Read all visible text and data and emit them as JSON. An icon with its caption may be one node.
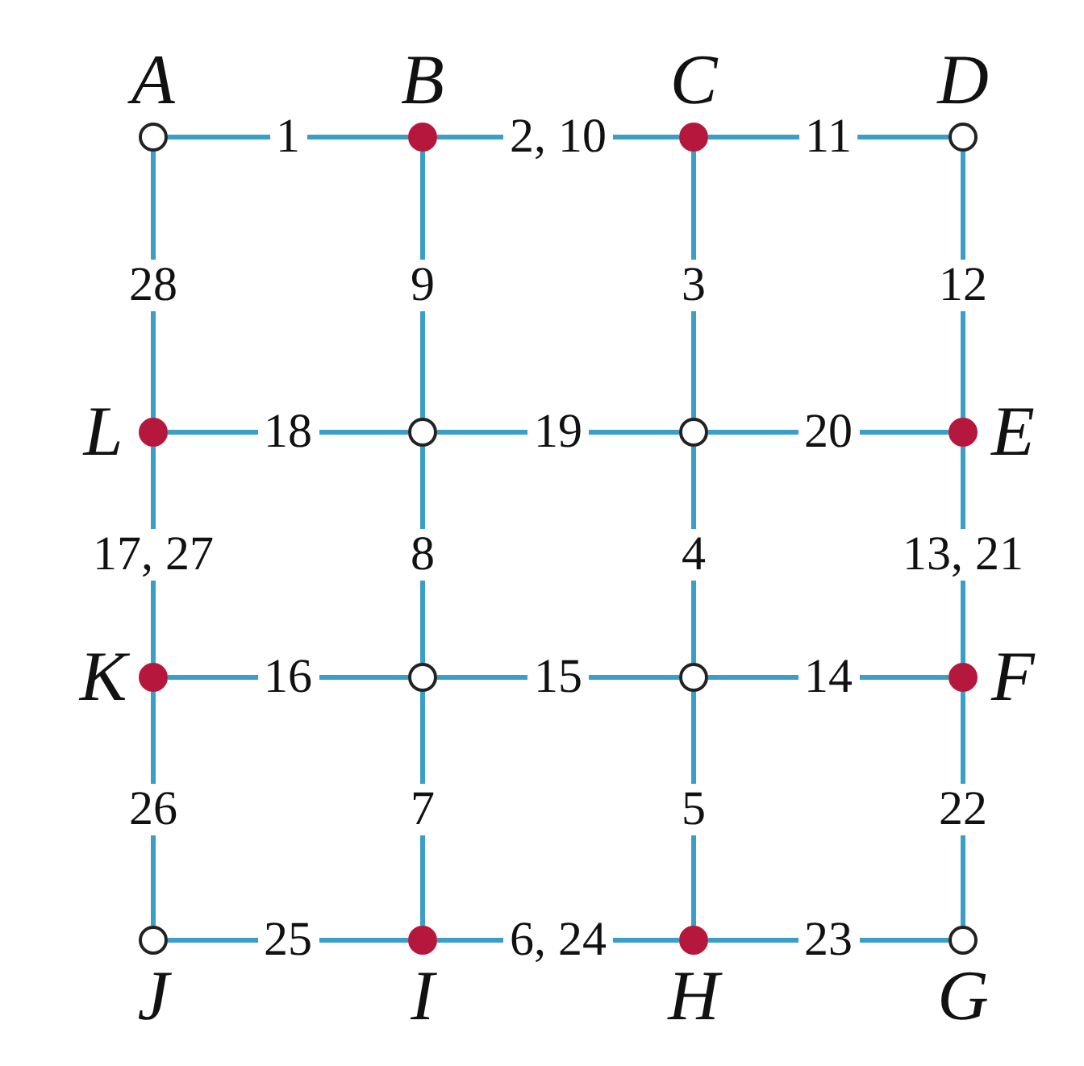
{
  "diagram": {
    "nodes": [
      {
        "text": [
          "A"
        ]
      },
      {
        "text": [
          "B"
        ]
      },
      {
        "text": [
          "C"
        ]
      },
      {
        "text": [
          "D"
        ]
      },
      {
        "text": [
          "L"
        ]
      },
      {
        "text": [],
        "shape": "circle"
      },
      {
        "text": [],
        "shape": "circle"
      },
      {
        "text": [
          "E"
        ]
      },
      {
        "text": [
          "K"
        ]
      },
      {
        "text": [],
        "shape": "circle"
      },
      {
        "text": [],
        "shape": "circle"
      },
      {
        "text": [
          "F"
        ]
      },
      {
        "text": [
          "J"
        ]
      },
      {
        "text": [
          "I"
        ]
      },
      {
        "text": [
          "H"
        ]
      },
      {
        "text": [
          "G"
        ]
      }
    ],
    "edges": [
      {
        "from": 0,
        "to": 1,
        "arrow": "none",
        "label": "1"
      },
      {
        "from": 1,
        "to": 2,
        "arrow": "none",
        "label": "2, 10"
      },
      {
        "from": 2,
        "to": 3,
        "arrow": "none",
        "label": "11"
      },
      {
        "from": 0,
        "to": 4,
        "arrow": "none",
        "label": "28"
      },
      {
        "from": 1,
        "to": 5,
        "arrow": "none",
        "label": "9"
      },
      {
        "from": 2,
        "to": 6,
        "arrow": "none",
        "label": "3"
      },
      {
        "from": 3,
        "to": 7,
        "arrow": "none",
        "label": "12"
      },
      {
        "from": 4,
        "to": 5,
        "arrow": "none",
        "label": "18"
      },
      {
        "from": 5,
        "to": 6,
        "arrow": "none",
        "label": "19"
      },
      {
        "from": 6,
        "to": 7,
        "arrow": "none",
        "label": "20"
      },
      {
        "from": 4,
        "to": 8,
        "arrow": "none",
        "label": "17, 27"
      },
      {
        "from": 5,
        "to": 9,
        "arrow": "none",
        "label": "8"
      },
      {
        "from": 6,
        "to": 10,
        "arrow": "none",
        "label": "4"
      },
      {
        "from": 7,
        "to": 11,
        "arrow": "none",
        "label": "13, 21"
      },
      {
        "from": 8,
        "to": 9,
        "arrow": "none",
        "label": "16"
      },
      {
        "from": 9,
        "to": 10,
        "arrow": "none",
        "label": "15"
      },
      {
        "from": 10,
        "to": 11,
        "arrow": "none",
        "label": "14"
      },
      {
        "from": 8,
        "to": 12,
        "arrow": "none",
        "label": "26"
      },
      {
        "from": 9,
        "to": 13,
        "arrow": "none",
        "label": "7"
      },
      {
        "from": 10,
        "to": 14,
        "arrow": "none",
        "label": "5"
      },
      {
        "from": 11,
        "to": 15,
        "arrow": "none",
        "label": "22"
      },
      {
        "from": 12,
        "to": 13,
        "arrow": "none",
        "label": "25"
      },
      {
        "from": 13,
        "to": 14,
        "arrow": "none",
        "label": "6, 24"
      },
      {
        "from": 14,
        "to": 15,
        "arrow": "none",
        "label": "23"
      }
    ]
  }
}
